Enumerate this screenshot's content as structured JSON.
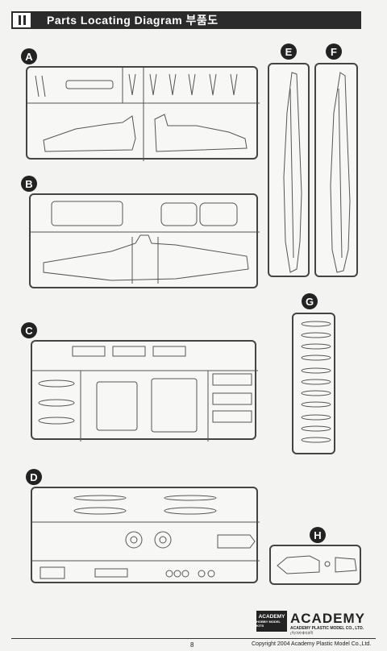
{
  "header": {
    "title": "Parts Locating Diagram  부품도"
  },
  "sprues": [
    {
      "id": "A",
      "label": "A"
    },
    {
      "id": "B",
      "label": "B"
    },
    {
      "id": "C",
      "label": "C"
    },
    {
      "id": "D",
      "label": "D"
    },
    {
      "id": "E",
      "label": "E"
    },
    {
      "id": "F",
      "label": "F"
    },
    {
      "id": "G",
      "label": "G"
    },
    {
      "id": "H",
      "label": "H"
    }
  ],
  "footer": {
    "brand_box_line1": "ACADEMY",
    "brand_box_line2": "HOBBY MODEL KITS",
    "brand_word": "ACADEMY",
    "brand_company": "ACADEMY PLASTIC MODEL CO., LTD.",
    "brand_korean": "(주)아카데미과학",
    "page_number": "8",
    "copyright": "Copyright 2004 Academy Plastic Model Co.,Ltd."
  }
}
